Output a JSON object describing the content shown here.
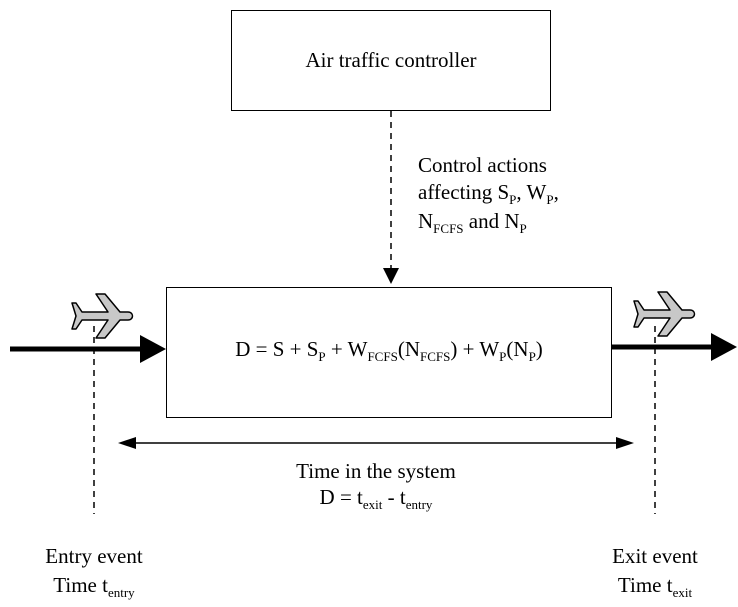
{
  "controller": {
    "label": "Air traffic controller"
  },
  "control_actions": {
    "line1": "Control actions",
    "line2_prefix": "affecting S",
    "line2_sub1": "P",
    "line2_sep1": ", W",
    "line2_sub2": "P",
    "line2_sep2": ",",
    "line3_n1": "N",
    "line3_sub1": "FCFS",
    "line3_and": " and N",
    "line3_sub2": "P"
  },
  "system": {
    "eq_p1": "D = S + S",
    "eq_s1": "P",
    "eq_p2": " + W",
    "eq_s2": "FCFS",
    "eq_p3": "(N",
    "eq_s3": "FCFS",
    "eq_p4": ") + W",
    "eq_s4": "P",
    "eq_p5": "(N",
    "eq_s5": "P",
    "eq_p6": ")"
  },
  "time_in_system": {
    "line1": "Time in the system",
    "d_prefix": "D = t",
    "d_sub1": "exit",
    "d_mid": " - t",
    "d_sub2": "entry"
  },
  "entry": {
    "line1": "Entry event",
    "time_prefix": "Time t",
    "time_sub": "entry"
  },
  "exit": {
    "line1": "Exit event",
    "time_prefix": "Time t",
    "time_sub": "exit"
  },
  "icons": {
    "airplane": "airplane-icon"
  },
  "colors": {
    "airplane_fill": "#c8c8c8",
    "stroke": "#000000"
  }
}
